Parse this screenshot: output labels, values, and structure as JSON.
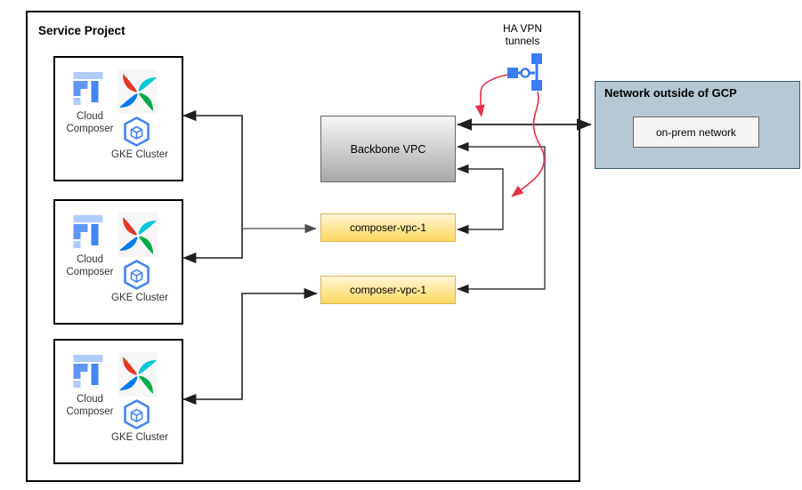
{
  "service_project": {
    "title": "Service Project"
  },
  "clusters": [
    {
      "composer_line1": "Cloud",
      "composer_line2": "Composer",
      "gke_label": "GKE Cluster"
    },
    {
      "composer_line1": "Cloud",
      "composer_line2": "Composer",
      "gke_label": "GKE Cluster"
    },
    {
      "composer_line1": "Cloud",
      "composer_line2": "Composer",
      "gke_label": "GKE Cluster"
    }
  ],
  "backbone": {
    "label": "Backbone VPC"
  },
  "composer_vpcs": [
    {
      "label": "composer-vpc-1"
    },
    {
      "label": "composer-vpc-1"
    }
  ],
  "ha_vpn": {
    "line1": "HA VPN",
    "line2": "tunnels"
  },
  "outside": {
    "title": "Network outside of GCP",
    "on_prem": "on-prem network"
  },
  "colors": {
    "edge_black": "#1f1f1f",
    "edge_gray": "#666666",
    "tunnel_red": "#ea2e49",
    "vpn_blue": "#3b7cf5",
    "vpc_yellow_top": "#fff6d5",
    "vpc_yellow_bottom": "#fcd860",
    "vpc_yellow_border": "#d6b656",
    "backbone_top": "#f7f7f7",
    "backbone_bottom": "#a8a8a8",
    "backbone_border": "#666666",
    "outside_fill": "#b5c8d4",
    "outside_border": "#3d5a6b"
  }
}
